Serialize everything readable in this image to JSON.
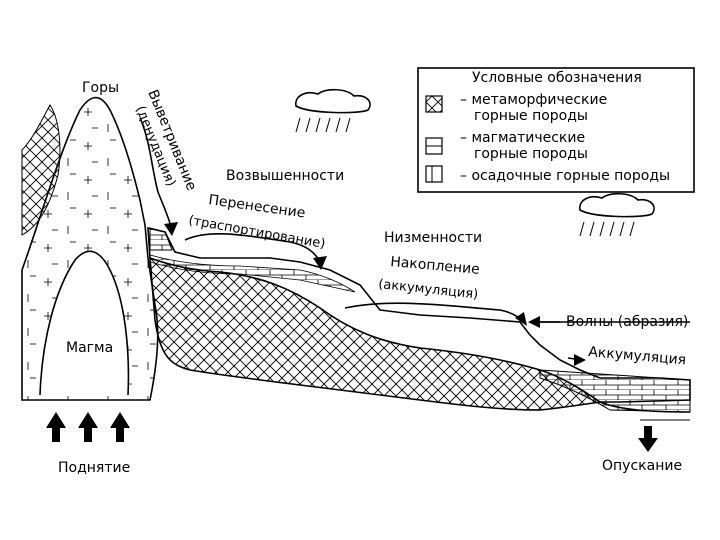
{
  "labels": {
    "mountains": "Горы",
    "weathering": "Выветривание",
    "denudation": "(денудация)",
    "uplands": "Возвышенности",
    "transfer": "Перенесение",
    "transport": "(траспортирование)",
    "lowlands": "Низменности",
    "accumulation_a": "Накопление",
    "accumulation_b": "(аккумуляция)",
    "waves": "Волны (абразия)",
    "accumulation_sea": "Аккумуляция",
    "magma": "Магма",
    "uplift": "Поднятие",
    "subsidence": "Опускание"
  },
  "legend": {
    "title": "Условные обозначения",
    "items": [
      {
        "line1": "– метаморфические",
        "line2": "горные породы",
        "pattern": "crosshatch"
      },
      {
        "line1": "– магматические",
        "line2": "горные породы",
        "pattern": "granite"
      },
      {
        "line1": "– осадочные горные породы",
        "line2": "",
        "pattern": "brick"
      }
    ]
  },
  "icons": [
    "rain-cloud-icon",
    "up-arrow-icon",
    "down-arrow-icon"
  ],
  "colors": {
    "ink": "#000000",
    "paper": "#ffffff"
  }
}
